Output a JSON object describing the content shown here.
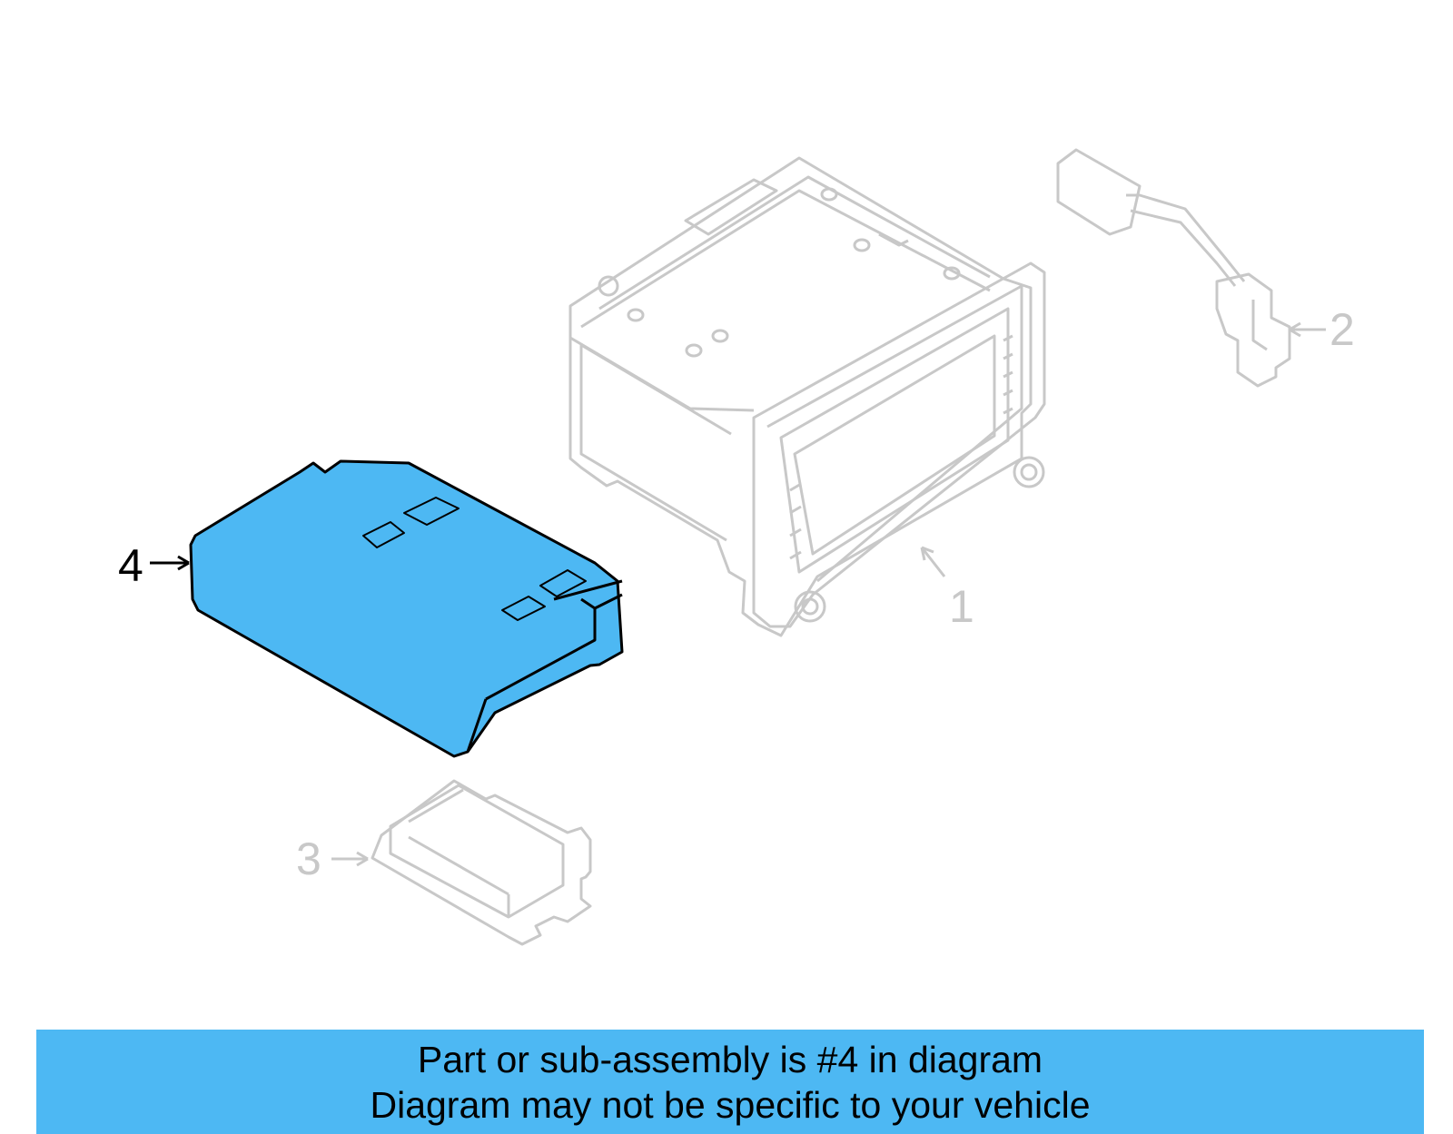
{
  "diagram": {
    "callouts": [
      {
        "number": "1",
        "highlighted": false
      },
      {
        "number": "2",
        "highlighted": false
      },
      {
        "number": "3",
        "highlighted": false
      },
      {
        "number": "4",
        "highlighted": true
      }
    ]
  },
  "banner": {
    "line1": "Part or sub-assembly is #4 in diagram",
    "line2": "Diagram may not be specific to your vehicle"
  },
  "colors": {
    "highlight": "#4db8f3",
    "outline_grey": "#c8c8c8",
    "outline_black": "#000000",
    "banner_background": "#4db8f3"
  }
}
